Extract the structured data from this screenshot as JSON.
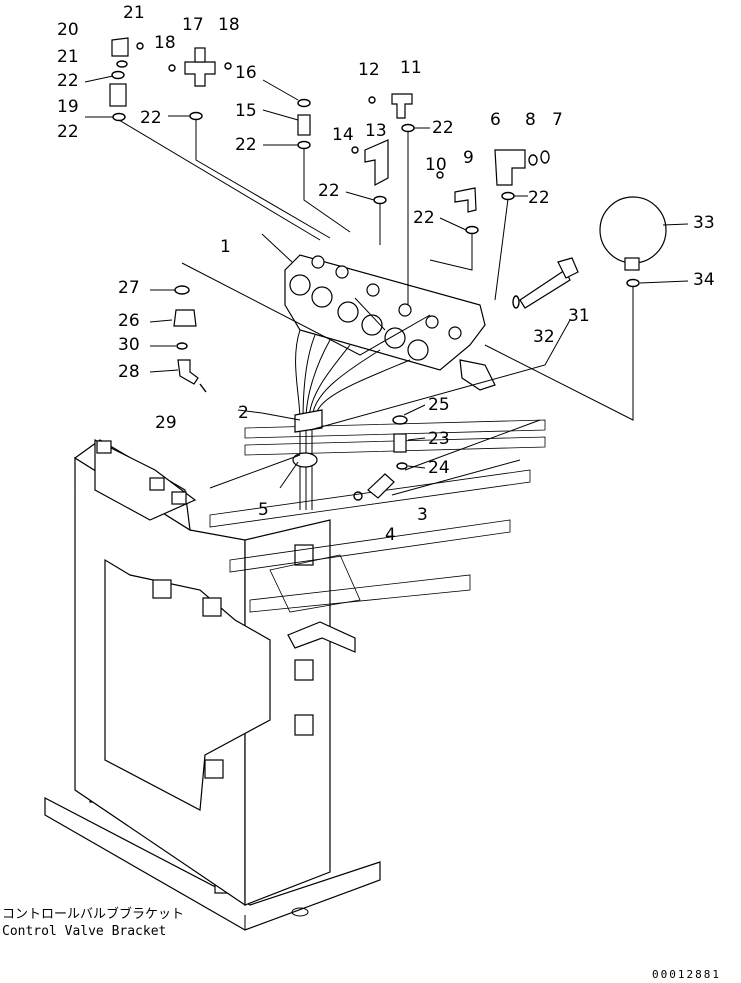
{
  "caption": {
    "japanese": "コントロールバルブブラケット",
    "english": "Control Valve Bracket"
  },
  "document_number": "00012881",
  "part_labels": [
    "1",
    "2",
    "3",
    "4",
    "5",
    "6",
    "7",
    "8",
    "9",
    "10",
    "11",
    "12",
    "13",
    "14",
    "15",
    "16",
    "17",
    "18",
    "18",
    "19",
    "20",
    "21",
    "21",
    "22",
    "22",
    "22",
    "22",
    "22",
    "22",
    "22",
    "22",
    "23",
    "24",
    "25",
    "26",
    "27",
    "28",
    "29",
    "30",
    "31",
    "32",
    "33",
    "34"
  ]
}
